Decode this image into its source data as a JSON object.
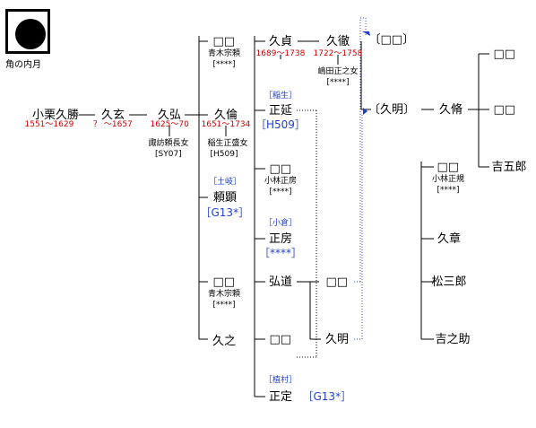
{
  "crest": {
    "label": "角の内月"
  },
  "colors": {
    "line": "#000000",
    "date": "#cc0000",
    "link": "#1f3fd1",
    "dotted": "#2a4fe0"
  },
  "nodes": [
    {
      "id": "hisakatsu",
      "text": "小栗久勝",
      "kind": "name"
    },
    {
      "id": "hisakatsu_d",
      "text": "1551～1629",
      "kind": "date"
    },
    {
      "id": "kyugen",
      "text": "久玄",
      "kind": "name"
    },
    {
      "id": "kyugen_d",
      "text": "？ ～1657",
      "kind": "date"
    },
    {
      "id": "hisahiro",
      "text": "久弘",
      "kind": "name"
    },
    {
      "id": "hisahiro_d",
      "text": "1625～70",
      "kind": "date"
    },
    {
      "id": "hisahiro_w",
      "text": "諏訪頼長女",
      "kind": "small"
    },
    {
      "id": "hisahiro_w2",
      "text": "[SY07]",
      "kind": "small"
    },
    {
      "id": "c1",
      "text": "□□",
      "kind": "name"
    },
    {
      "id": "c1_s",
      "text": "青木宗頼",
      "kind": "small"
    },
    {
      "id": "c1_c",
      "text": "[****]",
      "kind": "small"
    },
    {
      "id": "hisamichi",
      "text": "久倫",
      "kind": "name"
    },
    {
      "id": "hisamichi_d",
      "text": "1651～1734",
      "kind": "date"
    },
    {
      "id": "hisamichi_w",
      "text": "稲生正盛女",
      "kind": "small"
    },
    {
      "id": "hisamichi_w2",
      "text": "[H509]",
      "kind": "small"
    },
    {
      "id": "yoriaki_h",
      "text": "［土岐］",
      "kind": "link"
    },
    {
      "id": "yoriaki",
      "text": "頼顕",
      "kind": "name"
    },
    {
      "id": "yoriaki_c",
      "text": "［G13*］",
      "kind": "linkname"
    },
    {
      "id": "c2",
      "text": "□□",
      "kind": "name"
    },
    {
      "id": "c2_s",
      "text": "青木宗頼",
      "kind": "small"
    },
    {
      "id": "c2_c",
      "text": "[****]",
      "kind": "small"
    },
    {
      "id": "hisayuki",
      "text": "久之",
      "kind": "name"
    },
    {
      "id": "hisasada",
      "text": "久貞",
      "kind": "name"
    },
    {
      "id": "hisasada_d",
      "text": "1689～1738",
      "kind": "date"
    },
    {
      "id": "masanobu_h",
      "text": "［稲生］",
      "kind": "link"
    },
    {
      "id": "masanobu",
      "text": "正延",
      "kind": "name"
    },
    {
      "id": "masanobu_c",
      "text": "［H509］",
      "kind": "linkname"
    },
    {
      "id": "g1",
      "text": "□□",
      "kind": "name"
    },
    {
      "id": "g1_s",
      "text": "小林正房",
      "kind": "small"
    },
    {
      "id": "g1_c",
      "text": "[****]",
      "kind": "small"
    },
    {
      "id": "masafusa_h",
      "text": "［小倉］",
      "kind": "link"
    },
    {
      "id": "masafusa",
      "text": "正房",
      "kind": "name"
    },
    {
      "id": "masafusa_c",
      "text": "［****］",
      "kind": "linkname"
    },
    {
      "id": "hiromichi",
      "text": "弘道",
      "kind": "name"
    },
    {
      "id": "g2",
      "text": "□□",
      "kind": "name"
    },
    {
      "id": "masasada_h",
      "text": "［植村］",
      "kind": "link"
    },
    {
      "id": "masasada",
      "text": "正定",
      "kind": "name"
    },
    {
      "id": "masasada_c",
      "text": "［G13*］",
      "kind": "linkname"
    },
    {
      "id": "hisatetsu",
      "text": "久徹",
      "kind": "name"
    },
    {
      "id": "hisatetsu_d",
      "text": "1722～1758",
      "kind": "date"
    },
    {
      "id": "hisatetsu_w",
      "text": "嶋田正之女",
      "kind": "small"
    },
    {
      "id": "hisatetsu_w2",
      "text": "[****]",
      "kind": "small"
    },
    {
      "id": "g3",
      "text": "□□",
      "kind": "name"
    },
    {
      "id": "hisaaki2",
      "text": "久明",
      "kind": "name"
    },
    {
      "id": "ref1",
      "text": "〔□□〕",
      "kind": "name"
    },
    {
      "id": "ref2",
      "text": "〔久明〕",
      "kind": "name"
    },
    {
      "id": "hisanaga",
      "text": "久脩",
      "kind": "name"
    },
    {
      "id": "h1",
      "text": "□□",
      "kind": "name"
    },
    {
      "id": "h1_s",
      "text": "小林正規",
      "kind": "small"
    },
    {
      "id": "h1_c",
      "text": "[****]",
      "kind": "small"
    },
    {
      "id": "hisaaki3",
      "text": "久章",
      "kind": "name"
    },
    {
      "id": "matsusaburo",
      "text": "松三郎",
      "kind": "name"
    },
    {
      "id": "kichinosuke",
      "text": "吉之助",
      "kind": "name"
    },
    {
      "id": "k1",
      "text": "□□",
      "kind": "name"
    },
    {
      "id": "k2",
      "text": "□□",
      "kind": "name"
    },
    {
      "id": "kichigoro",
      "text": "吉五郎",
      "kind": "name"
    }
  ]
}
